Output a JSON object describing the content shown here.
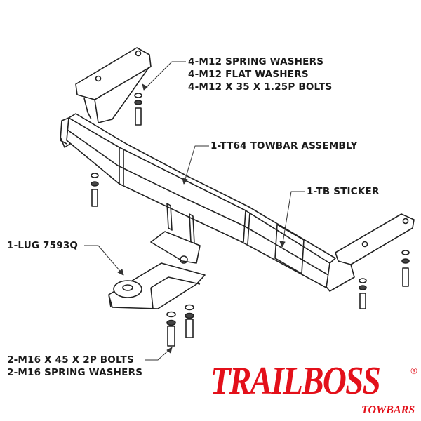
{
  "callouts": {
    "hardware_top": [
      "4-M12 SPRING WASHERS",
      "4-M12 FLAT WASHERS",
      "4-M12 X 35 X 1.25P BOLTS"
    ],
    "towbar_assembly": "1-TT64 TOWBAR ASSEMBLY",
    "sticker": "1-TB STICKER",
    "lug": "1-LUG 7593Q",
    "hardware_bottom": [
      "2-M16 X 45 X 2P BOLTS",
      "2-M16 SPRING WASHERS"
    ]
  },
  "logo": {
    "brand": "TRAILBOSS",
    "sub": "TOWBARS",
    "registered": "®",
    "color": "#e3101a"
  }
}
